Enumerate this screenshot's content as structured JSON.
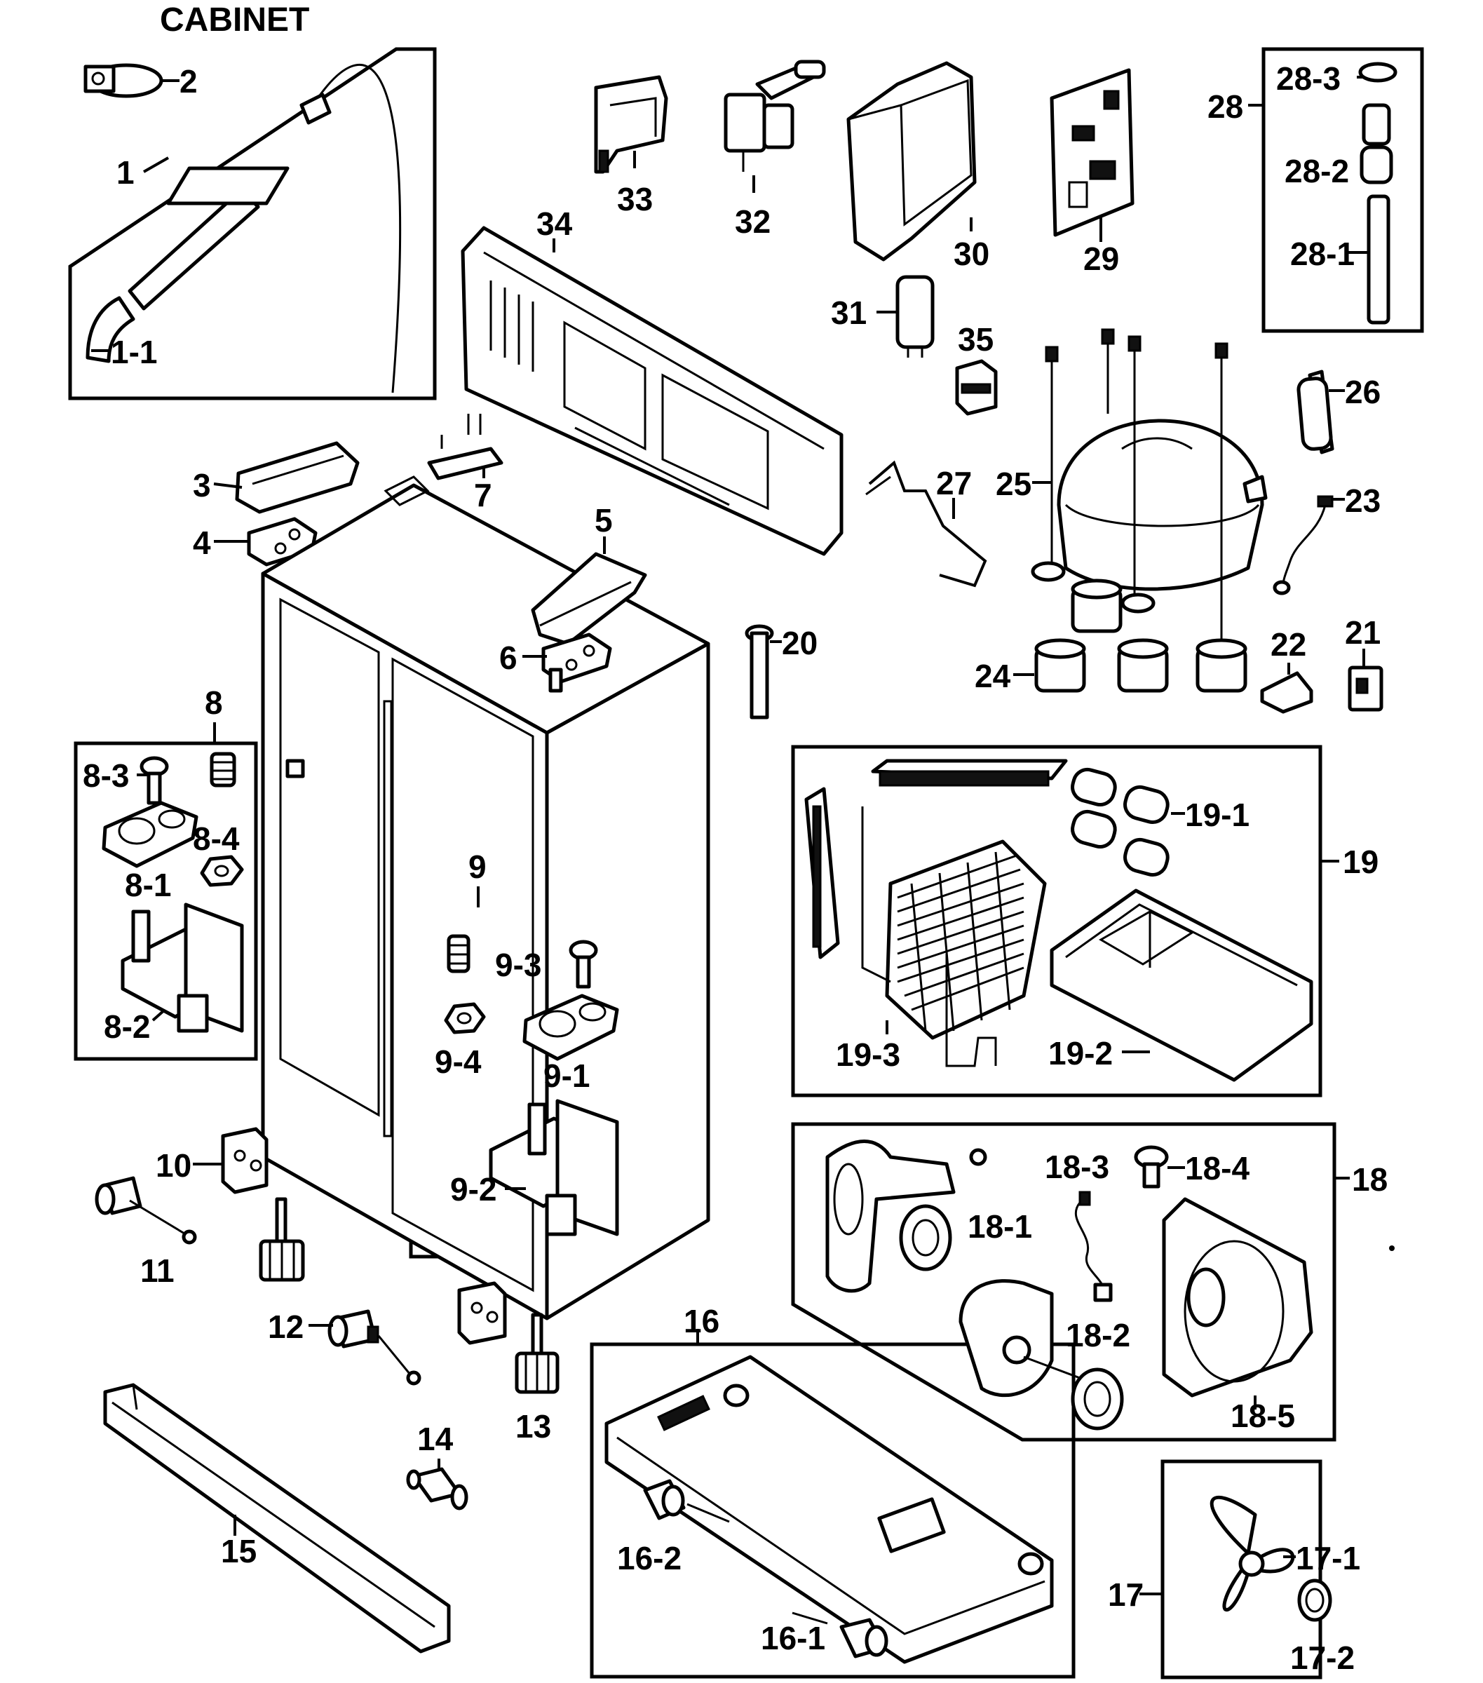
{
  "title": "CABINET",
  "labels": {
    "p1": "1",
    "p1_1": "1-1",
    "p2": "2",
    "p3": "3",
    "p4": "4",
    "p5": "5",
    "p6": "6",
    "p7": "7",
    "p8": "8",
    "p8_1": "8-1",
    "p8_2": "8-2",
    "p8_3": "8-3",
    "p8_4": "8-4",
    "p9": "9",
    "p9_1": "9-1",
    "p9_2": "9-2",
    "p9_3": "9-3",
    "p9_4": "9-4",
    "p10": "10",
    "p11": "11",
    "p12": "12",
    "p13": "13",
    "p14": "14",
    "p15": "15",
    "p16": "16",
    "p16_1": "16-1",
    "p16_2": "16-2",
    "p17": "17",
    "p17_1": "17-1",
    "p17_2": "17-2",
    "p18": "18",
    "p18_1": "18-1",
    "p18_2": "18-2",
    "p18_3": "18-3",
    "p18_4": "18-4",
    "p18_5": "18-5",
    "p19": "19",
    "p19_1": "19-1",
    "p19_2": "19-2",
    "p19_3": "19-3",
    "p20": "20",
    "p21": "21",
    "p22": "22",
    "p23": "23",
    "p24": "24",
    "p25": "25",
    "p26": "26",
    "p27": "27",
    "p28": "28",
    "p28_1": "28-1",
    "p28_2": "28-2",
    "p28_3": "28-3",
    "p29": "29",
    "p30": "30",
    "p31": "31",
    "p32": "32",
    "p33": "33",
    "p34": "34",
    "p35": "35"
  }
}
